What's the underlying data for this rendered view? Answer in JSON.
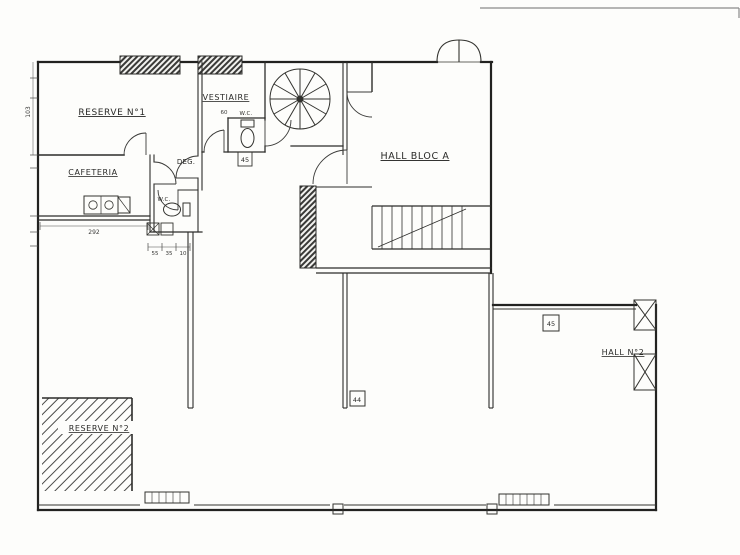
{
  "colors": {
    "paper": "#fdfdfb",
    "ink": "#2a2a28",
    "ink_light": "#8a8a8a"
  },
  "labels": {
    "reserve1": "RESERVE N°1",
    "cafeteria": "CAFETERIA",
    "vestiaire": "VESTIAIRE",
    "deg": "DEG.",
    "wc1": "W.C.",
    "wc2": "W.C.",
    "hall_bloc_a": "HALL BLOC A",
    "hall2": "HALL N°2",
    "reserve2": "RESERVE N°2"
  },
  "fixtures": {
    "box_wc": "45",
    "box_hall2": "45",
    "box_corridor": "44"
  },
  "dimensions": {
    "d292": "292",
    "d103": "103",
    "d60": "60",
    "d55": "55",
    "d35": "35",
    "d10": "10"
  }
}
